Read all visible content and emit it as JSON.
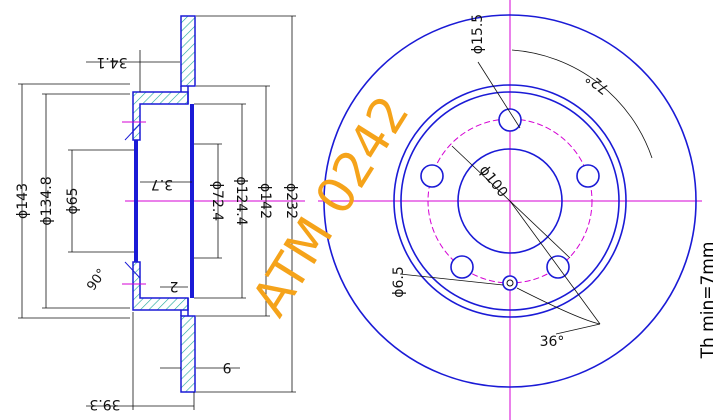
{
  "part_code": "ATM 0242",
  "note": "Th min=7mm",
  "section_dims": {
    "d143": "ϕ143",
    "d134_8": "ϕ134.8",
    "d65": "ϕ65",
    "d72_4": "ϕ72.4",
    "d124_4": "ϕ124.4",
    "d142": "ϕ142",
    "d232": "ϕ232",
    "h34_1": "34.1",
    "h3_7": "3.7",
    "h2": "2",
    "h9": "9",
    "h39_3": "39.3",
    "a90": "90°"
  },
  "face_dims": {
    "d15_5": "ϕ15.5",
    "a72": "72°",
    "d100": "ϕ100",
    "d6_5": "ϕ6.5",
    "a36": "36°"
  },
  "colors": {
    "outline": "#1a1ad6",
    "centerline": "#d400d4",
    "hatch": "#1fa89a",
    "watermark": "#f5a31a",
    "dim": "#111111"
  }
}
